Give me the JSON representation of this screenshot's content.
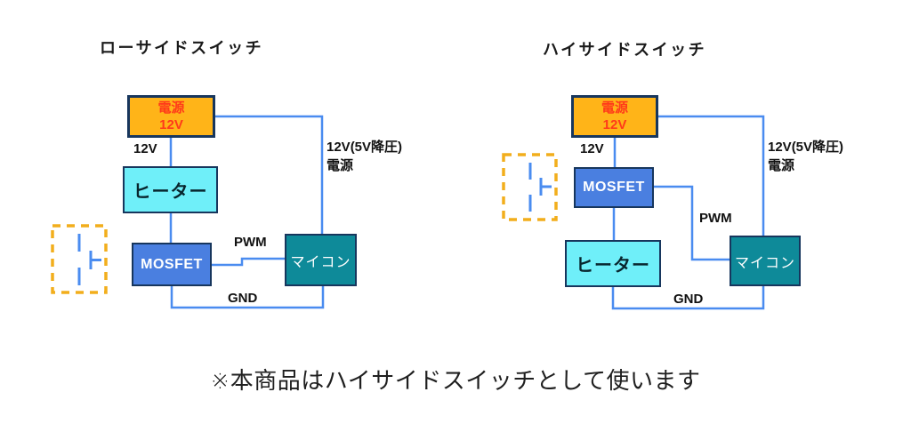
{
  "note": "※本商品はハイサイドスイッチとして使います",
  "colors": {
    "wire_blue": "#4a8cf0",
    "power_fill": "#ffb418",
    "power_text": "#ff3a1a",
    "box_border": "#17365d",
    "heater_fill": "#6feff9",
    "mosfet_fill": "#4a7fe0",
    "micro_fill": "#0e8a99",
    "dashed_box_orange": "#f2ae1c"
  },
  "diagrams": [
    {
      "title": "ローサイドスイッチ",
      "power_line1": "電源",
      "power_line2": "12V",
      "heater_label": "ヒーター",
      "mosfet_label": "MOSFET",
      "micro_label": "マイコン",
      "wire_12v": "12V",
      "stepdown_line1": "12V(5V降圧)",
      "stepdown_line2": "電源",
      "pwm": "PWM",
      "gnd": "GND"
    },
    {
      "title": "ハイサイドスイッチ",
      "power_line1": "電源",
      "power_line2": "12V",
      "heater_label": "ヒーター",
      "mosfet_label": "MOSFET",
      "micro_label": "マイコン",
      "wire_12v": "12V",
      "stepdown_line1": "12V(5V降圧)",
      "stepdown_line2": "電源",
      "pwm": "PWM",
      "gnd": "GND"
    }
  ]
}
